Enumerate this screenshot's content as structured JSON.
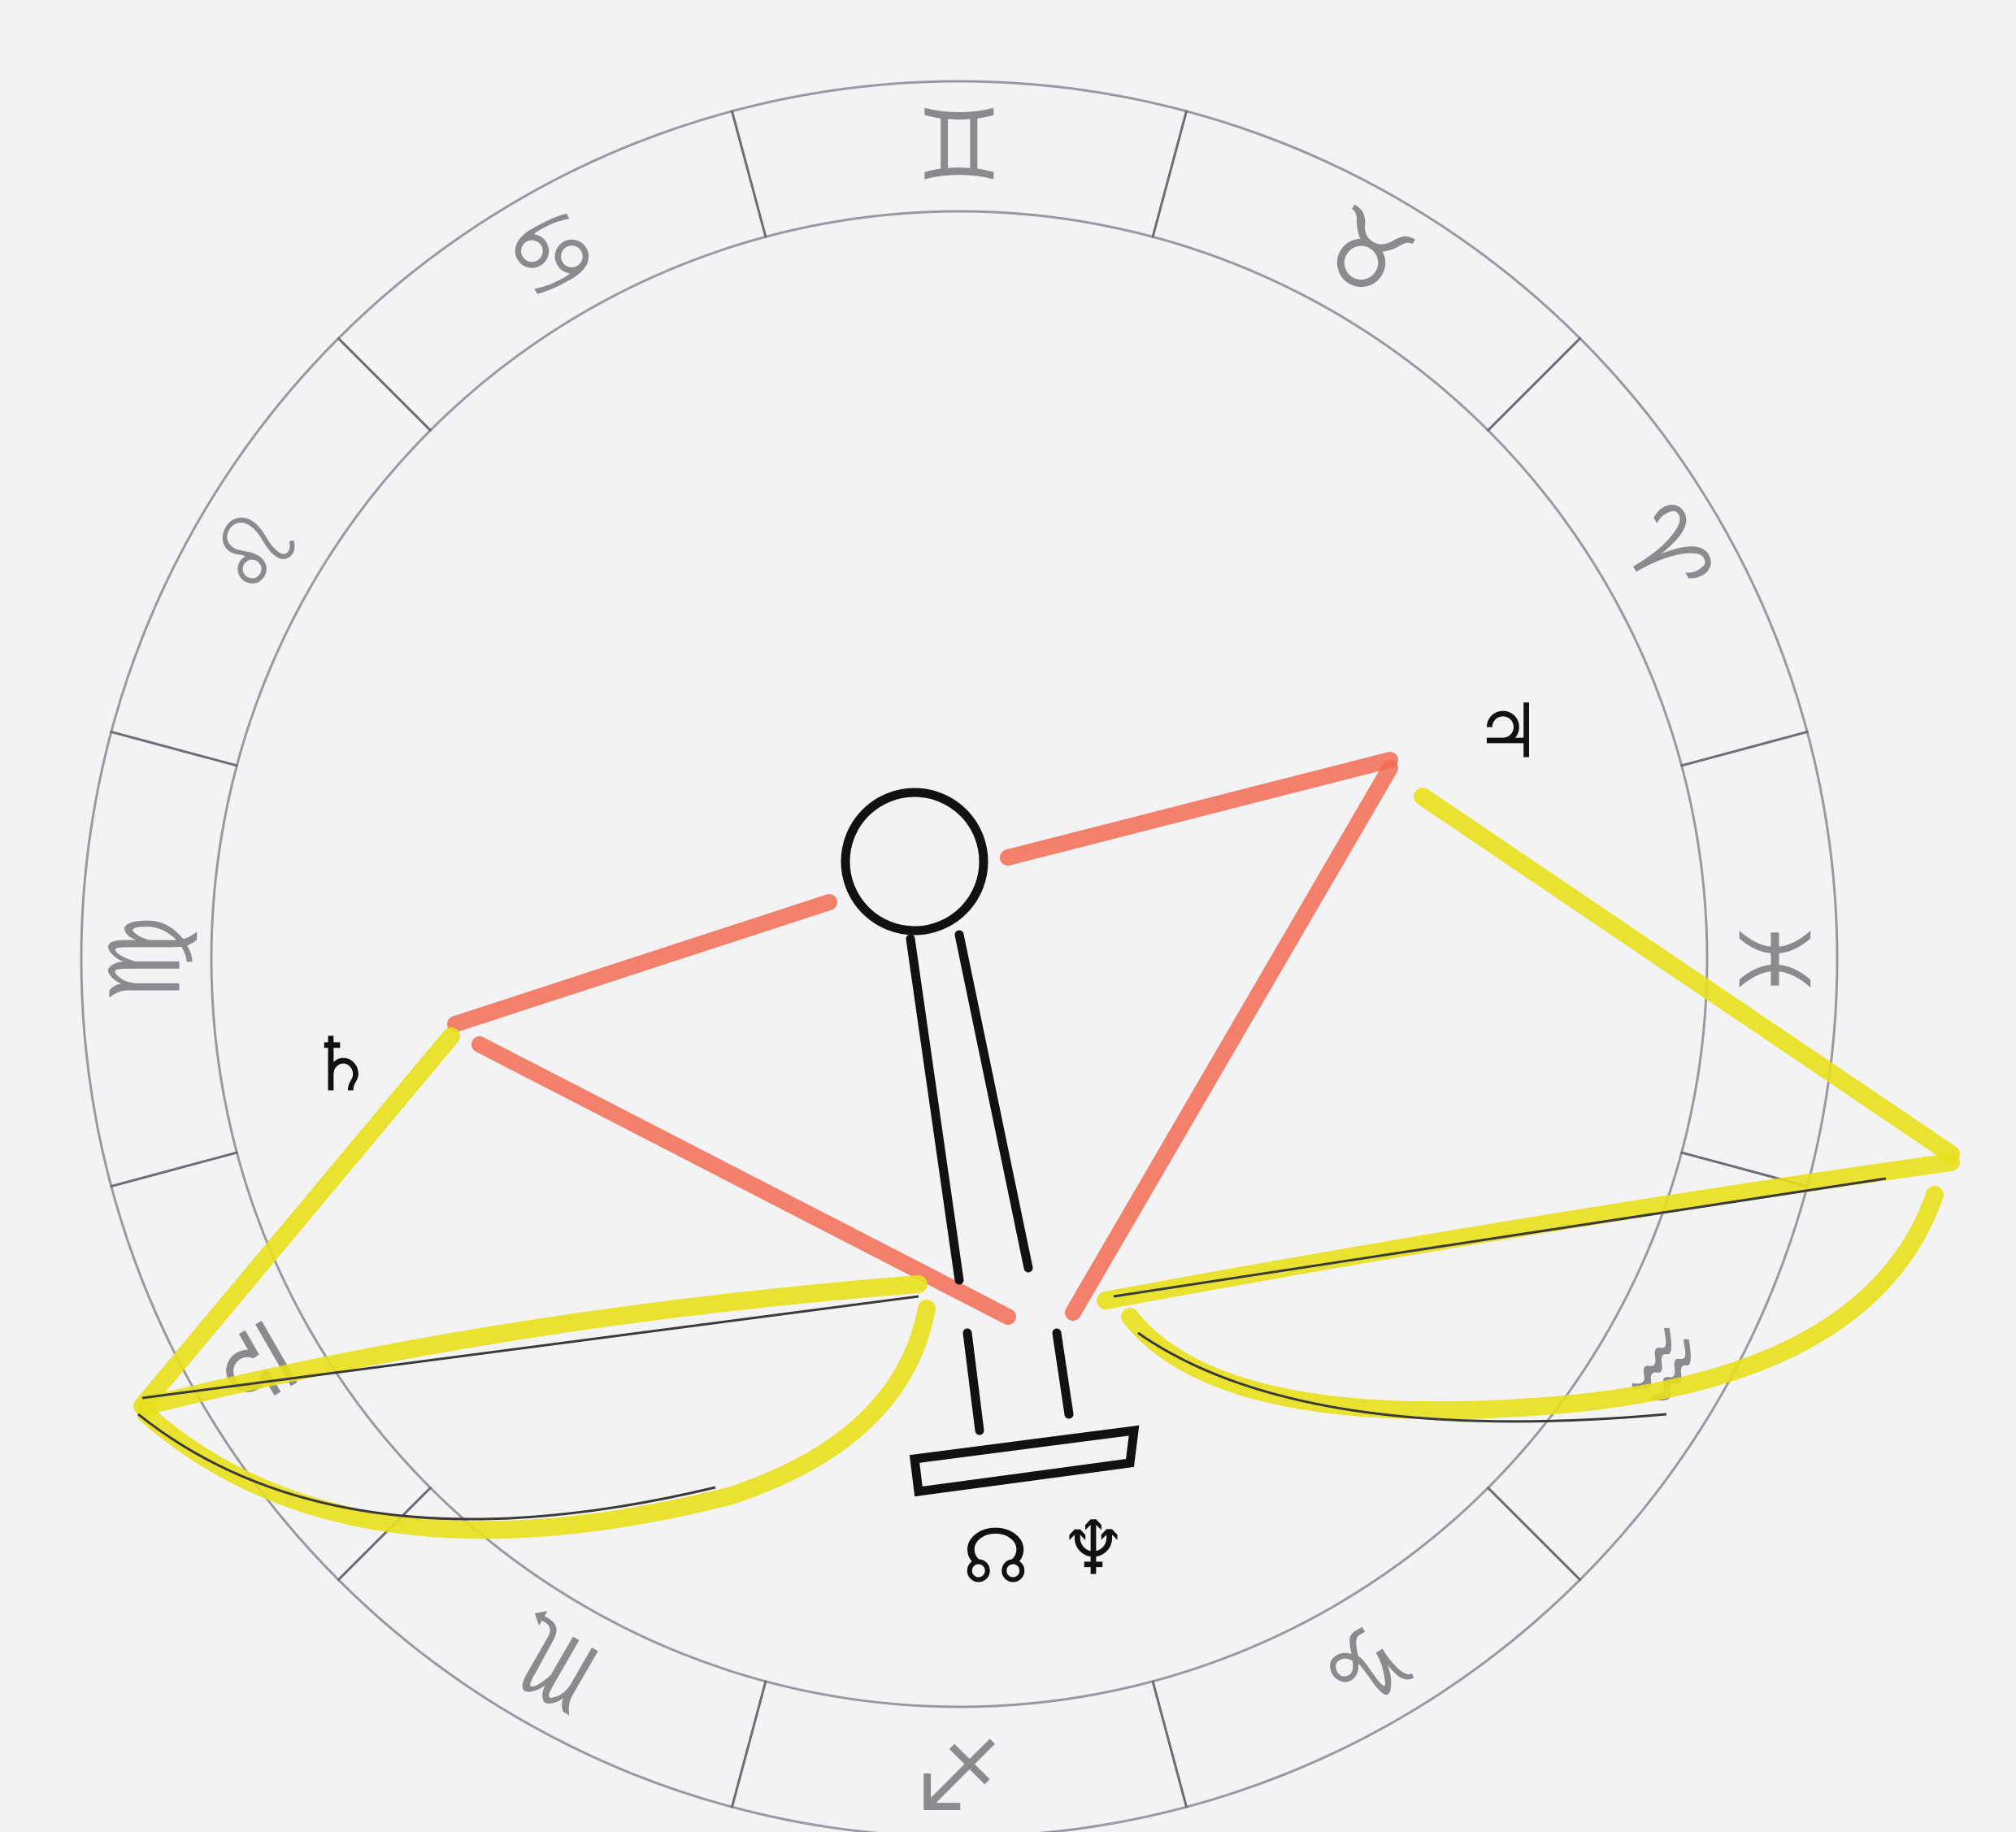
{
  "drawing": {
    "zodiac_signs": [
      {
        "name": "gemini",
        "glyph": "♊"
      },
      {
        "name": "cancer",
        "glyph": "♋"
      },
      {
        "name": "leo",
        "glyph": "♌"
      },
      {
        "name": "virgo",
        "glyph": "♍"
      },
      {
        "name": "libra",
        "glyph": "♎"
      },
      {
        "name": "scorpio",
        "glyph": "♏"
      },
      {
        "name": "sagittarius",
        "glyph": "♐"
      },
      {
        "name": "capricorn",
        "glyph": "♑"
      },
      {
        "name": "aquarius",
        "glyph": "♒"
      },
      {
        "name": "pisces",
        "glyph": "♓"
      },
      {
        "name": "aries",
        "glyph": "♈"
      },
      {
        "name": "taurus",
        "glyph": "♉"
      }
    ],
    "planets": {
      "saturn": "♄",
      "jupiter": "♃",
      "north_node": "☊",
      "neptune": "♆"
    },
    "colors": {
      "background": "#f3f3f5",
      "ring": "#9a9a9e",
      "aspect_red": "#f26d52",
      "aspect_yellow": "#e8e01c",
      "ink": "#111111"
    },
    "icons": [
      "sun-circle-icon",
      "balance-scale-icon"
    ]
  }
}
